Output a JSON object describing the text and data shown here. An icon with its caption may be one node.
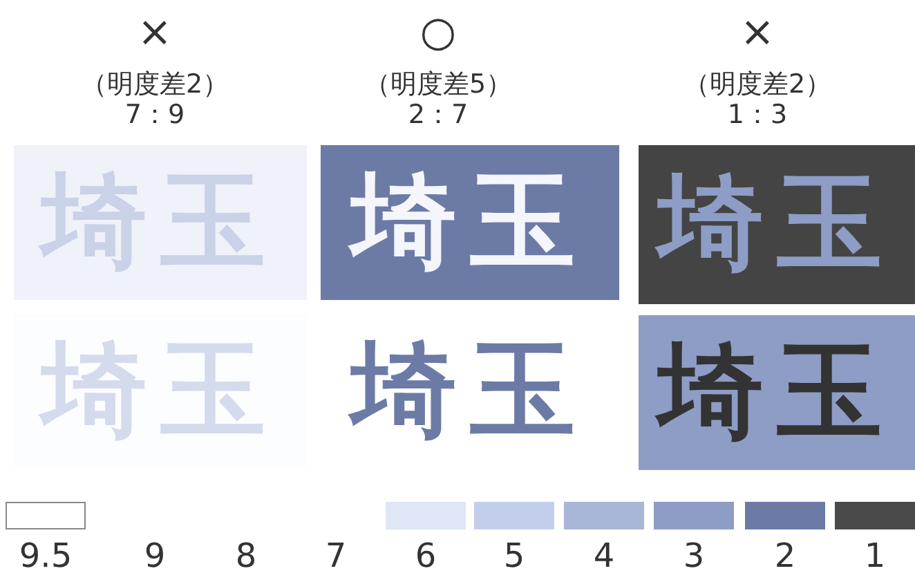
{
  "diagram": {
    "nodes": [
      {
        "text": [
          "埼玉"
        ]
      },
      {
        "text": [
          "埼玉"
        ]
      },
      {
        "text": [
          "埼玉"
        ]
      },
      {
        "text": [
          "埼玉"
        ]
      },
      {
        "text": [
          "埼玉"
        ]
      },
      {
        "text": [
          "埼玉"
        ]
      }
    ],
    "labels": [
      "×",
      "（明度差2）",
      "7：9",
      "○",
      "（明度差5）",
      "2：7",
      "×",
      "（明度差2）",
      "1：3"
    ],
    "legend": [
      {
        "text": "9.5",
        "color": "#ffffff"
      },
      {
        "text": "9"
      },
      {
        "text": "8"
      },
      {
        "text": "7"
      },
      {
        "text": "6",
        "color": "#dfe6f5"
      },
      {
        "text": "5",
        "color": "#c3cfea"
      },
      {
        "text": "4",
        "color": "#a9b6d8"
      },
      {
        "text": "3",
        "color": "#8e9dc6"
      },
      {
        "text": "2",
        "color": "#6c7ba6"
      },
      {
        "text": "1",
        "color": "#4a4a4a"
      }
    ]
  }
}
